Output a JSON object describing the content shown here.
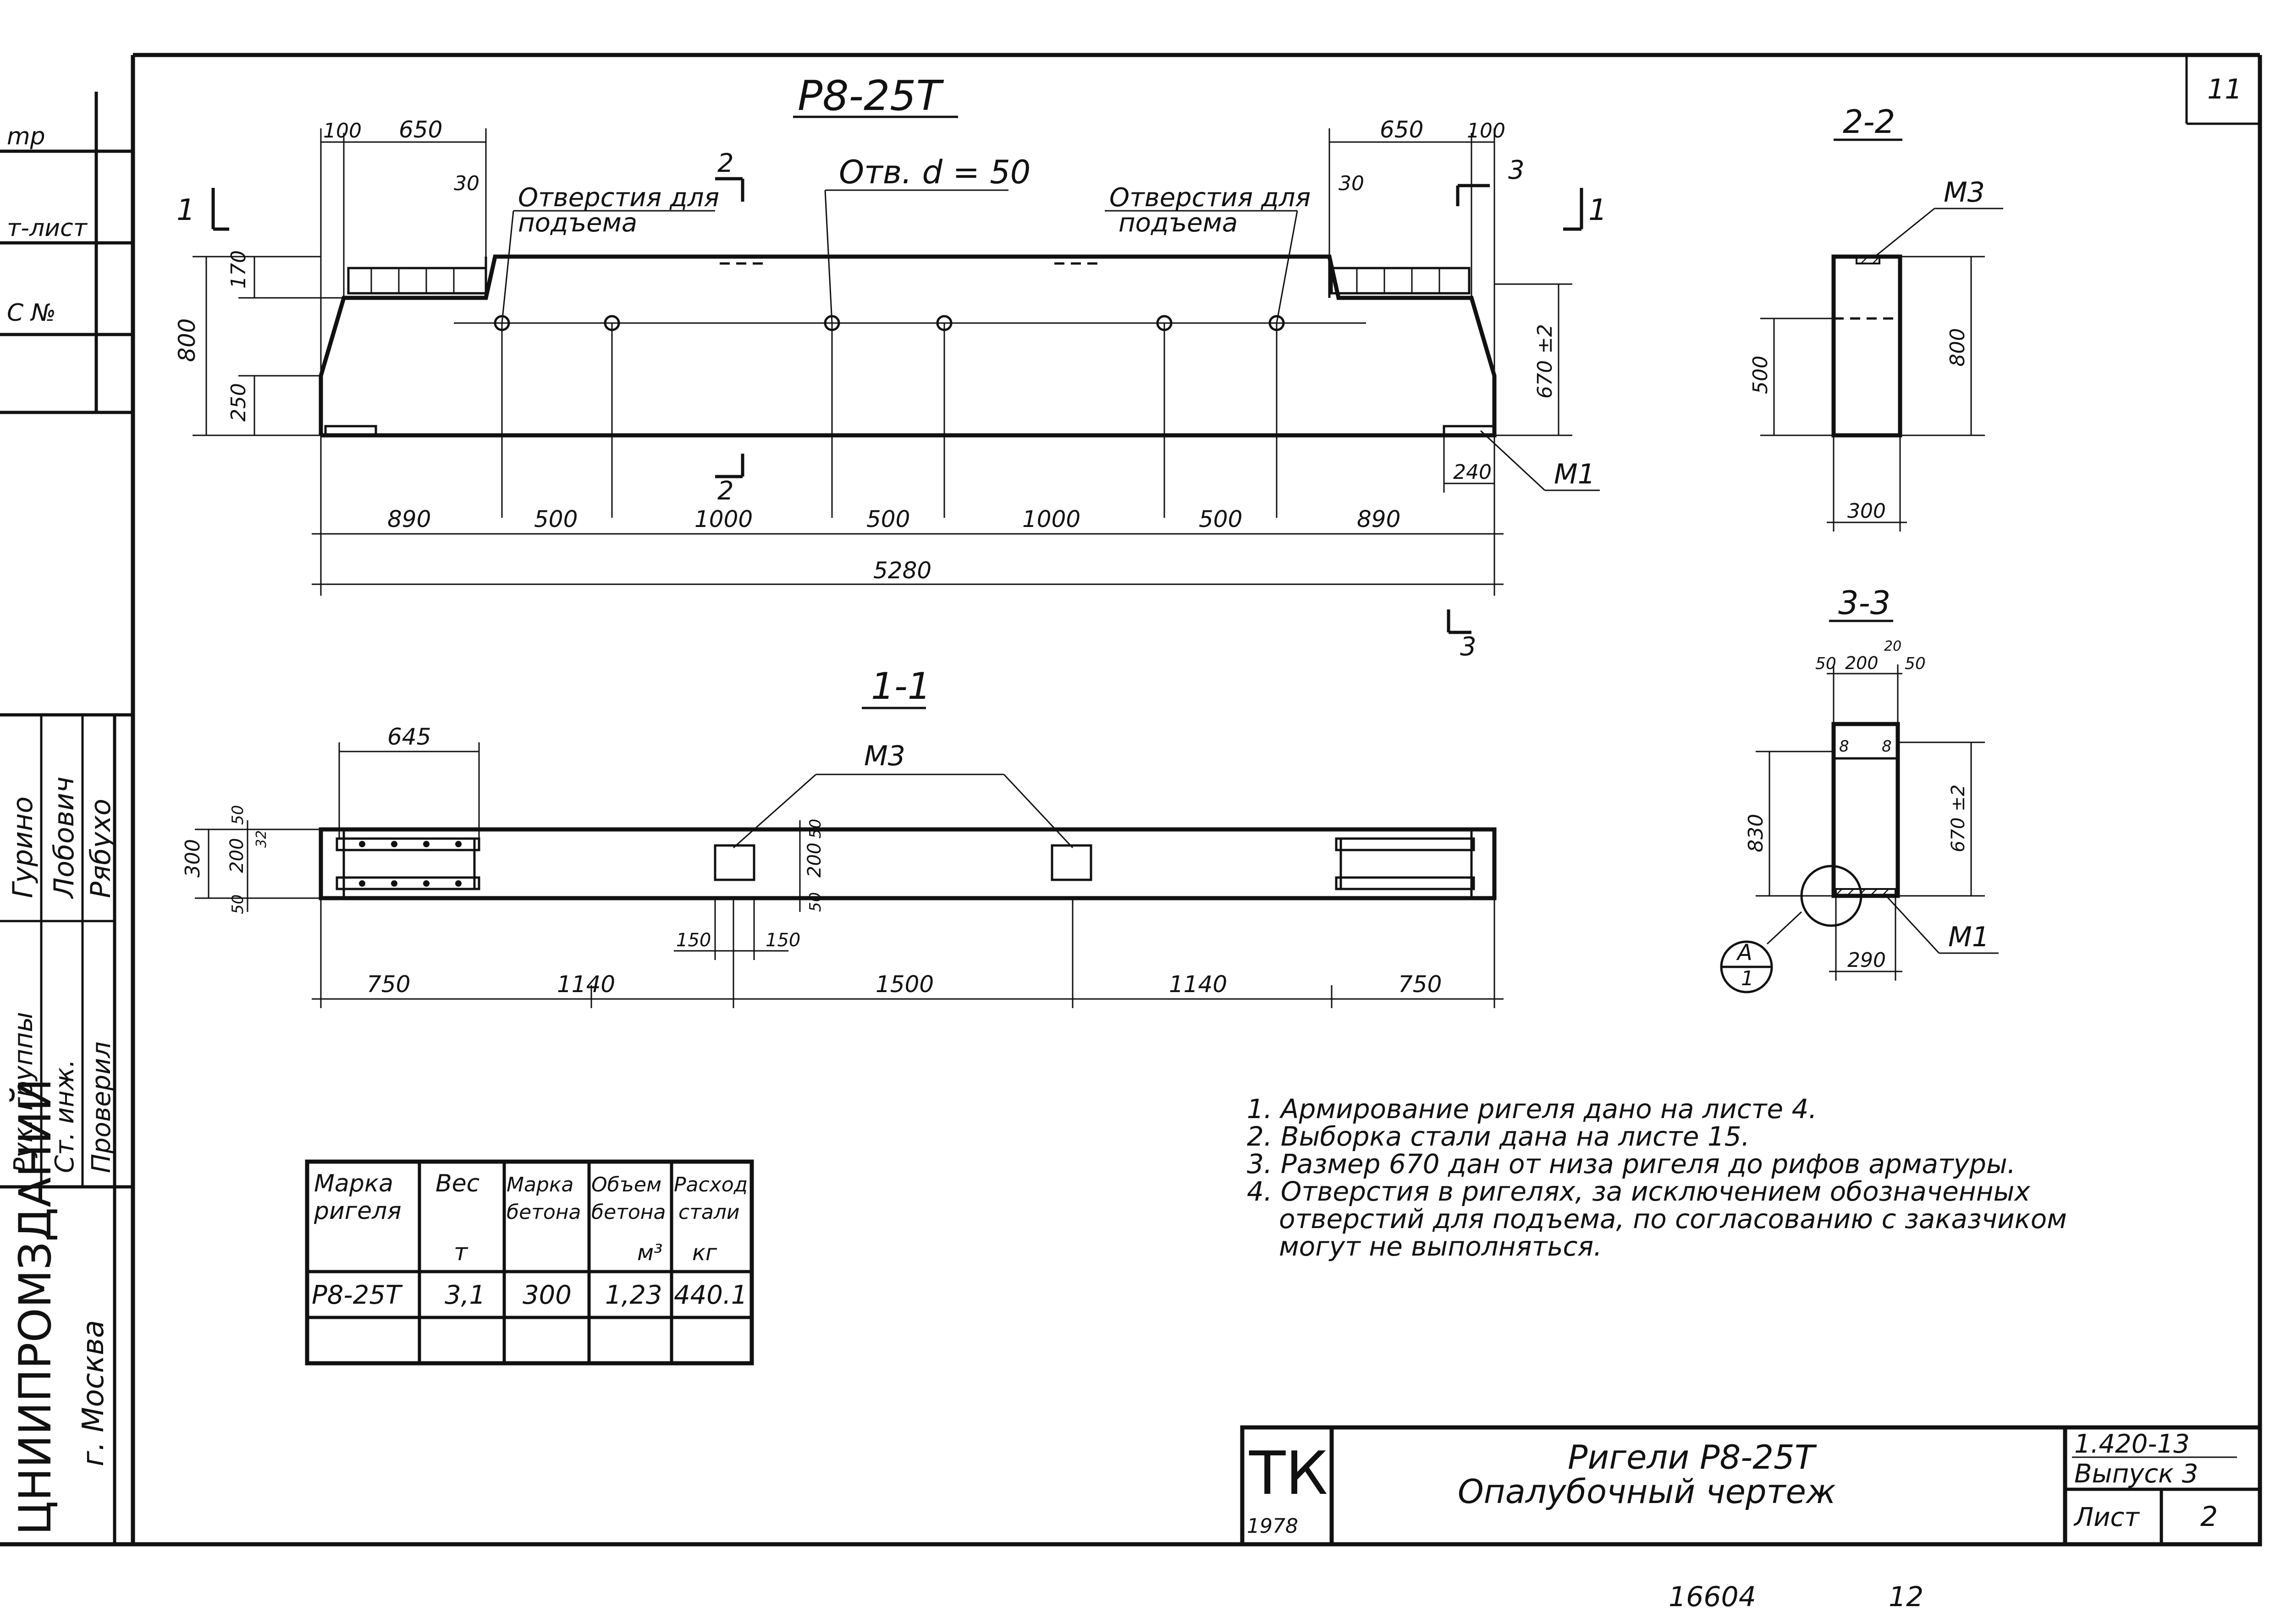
{
  "sheet_no_corner": "11",
  "bottom_stamp": {
    "left": "16604",
    "right": "12"
  },
  "left_strip": {
    "top_cells": [
      "mp",
      "т-лист",
      "С №"
    ],
    "names": [
      "Гурино",
      "Лобович",
      "Рябухо"
    ],
    "roles": [
      "Рук. группы",
      "Ст. инж.",
      "Проверил"
    ],
    "org": "ЦНИИПРОМЗДАНИЙ",
    "city": "г. Москва"
  },
  "elevation": {
    "title": "Р8-25Т",
    "section_marks": {
      "s1": "1",
      "s2": "2",
      "s3": "3"
    },
    "top_dims_left": [
      "100",
      "650"
    ],
    "top_dims_right": [
      "650",
      "100"
    ],
    "dim_30": "30",
    "lift_hole_label": [
      "Отверстия для",
      "подъема"
    ],
    "hole_label": "Отв. d = 50",
    "height_dims": [
      "800",
      "170",
      "250"
    ],
    "right_height": "670 ±2",
    "plate_dim": "240",
    "plate_label": "М1",
    "bottom_dims": [
      "890",
      "500",
      "1000",
      "500",
      "1000",
      "500",
      "890"
    ],
    "overall": "5280"
  },
  "plan": {
    "title": "1-1",
    "dim_645": "645",
    "m3_label": "М3",
    "left_dims": [
      "300",
      "50",
      "200",
      "50",
      "32"
    ],
    "insert_dims": [
      "50",
      "200",
      "50"
    ],
    "small_dims": [
      "150",
      "150"
    ],
    "bottom_dims": [
      "750",
      "1140",
      "1500",
      "1140",
      "750"
    ]
  },
  "section22": {
    "title": "2-2",
    "m3_label": "М3",
    "dims": [
      "500",
      "800",
      "300"
    ]
  },
  "section33": {
    "title": "3-3",
    "top_dims": [
      "50",
      "200",
      "50",
      "20"
    ],
    "left_dim": "830",
    "right_dim": "670 ±2",
    "bottom_dim": "290",
    "m1_label": "М1",
    "callout": {
      "top": "А",
      "bottom": "1"
    }
  },
  "notes": [
    "1. Армирование ригеля дано на листе 4.",
    "2. Выборка стали дана на листе 15.",
    "3. Размер 670 дан от низа ригеля до рифов арматуры.",
    "4. Отверстия в ригелях, за исключением обозначенных",
    "отверстий для подъема, по согласованию с заказчиком",
    "могут не выполняться."
  ],
  "spec_table": {
    "headers": [
      [
        "Марка",
        "ригеля",
        ""
      ],
      [
        "Вес",
        "",
        "т"
      ],
      [
        "Марка",
        "бетона",
        ""
      ],
      [
        "Объем",
        "бетона",
        "м³"
      ],
      [
        "Расход",
        "стали",
        "кг"
      ]
    ],
    "row": [
      "Р8-25Т",
      "3,1",
      "300",
      "1,23",
      "440.1"
    ]
  },
  "title_block": {
    "logo": "ТК",
    "year": "1978",
    "title": "Ригели Р8-25Т",
    "subtitle": "Опалубочный чертеж",
    "series": "1.420-13",
    "issue": "Выпуск 3",
    "sheet_label": "Лист",
    "sheet_no": "2"
  },
  "colors": {
    "ink": "#111111",
    "paper": "#ffffff"
  }
}
